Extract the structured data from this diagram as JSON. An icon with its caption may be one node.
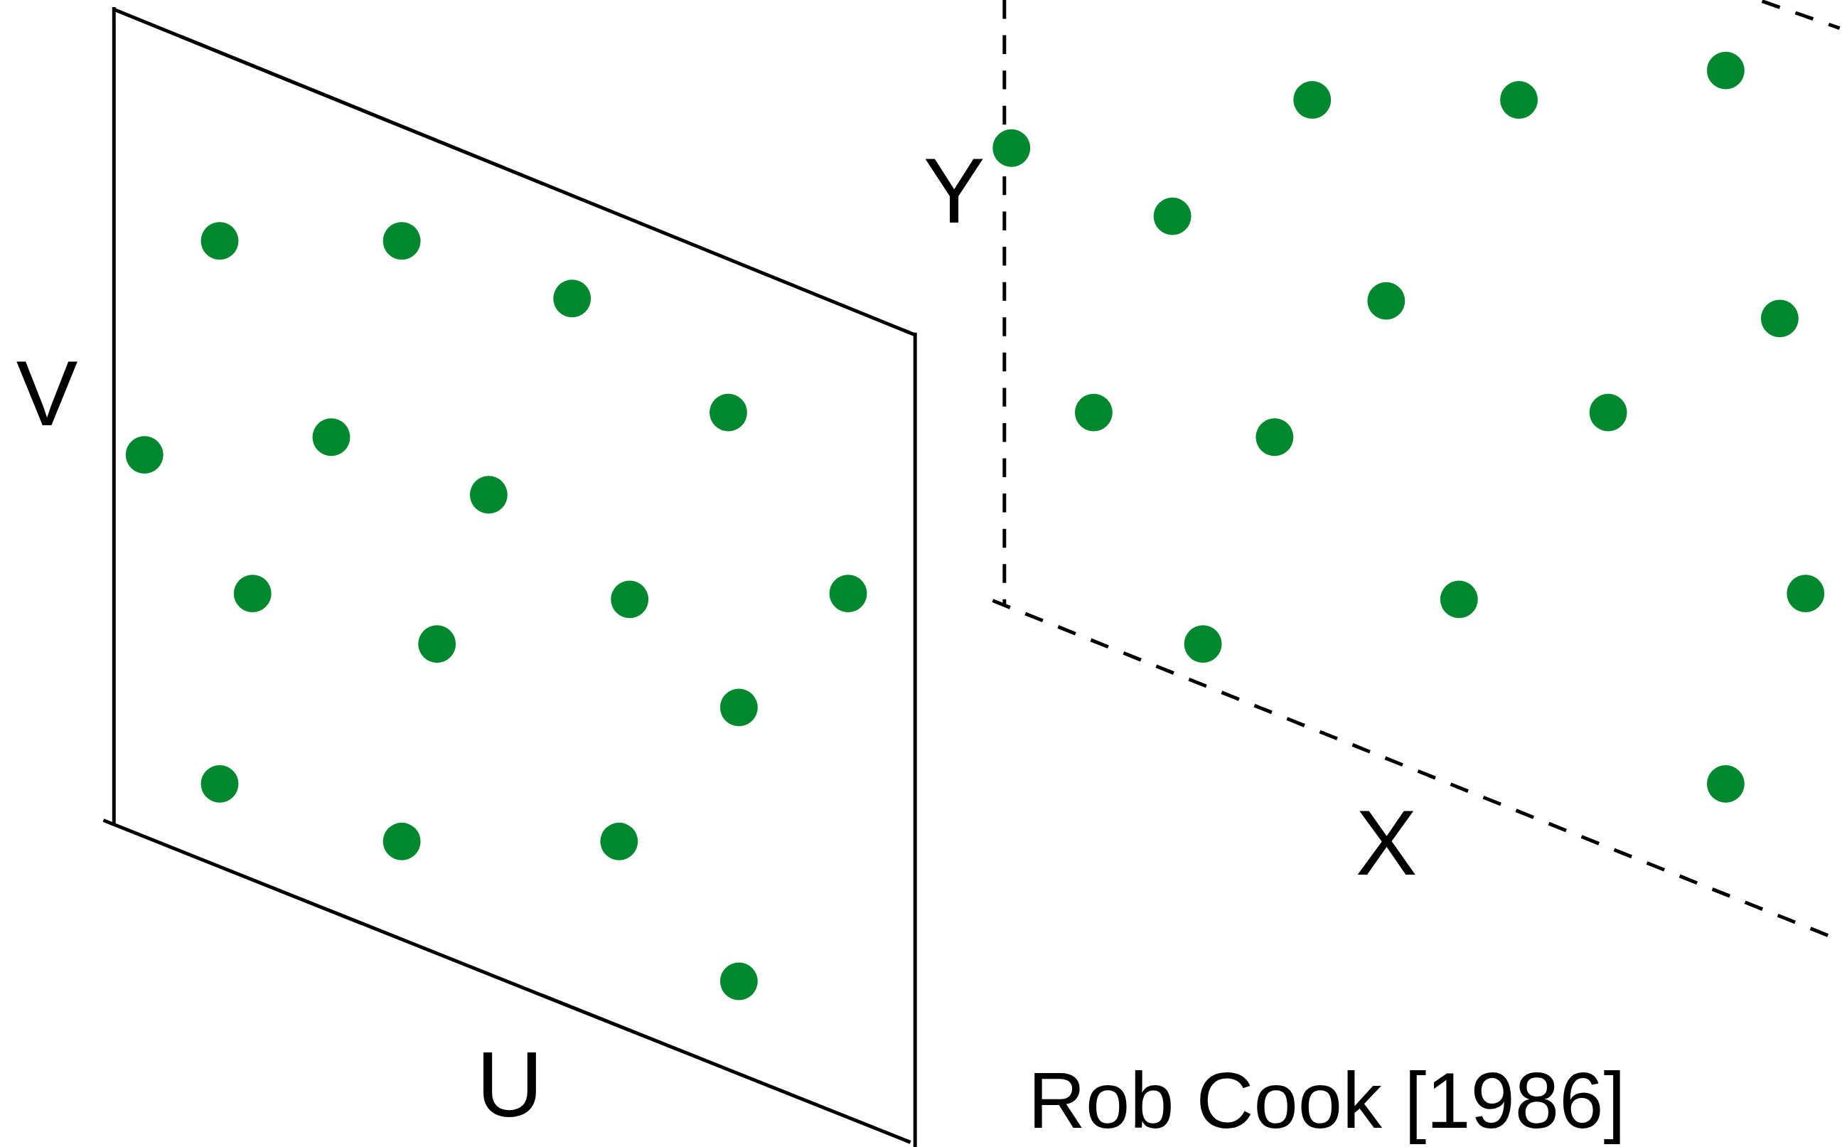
{
  "diagram": {
    "labels": [
      "V",
      "Y",
      "X",
      "U",
      "Rob Cook [1986]"
    ]
  }
}
